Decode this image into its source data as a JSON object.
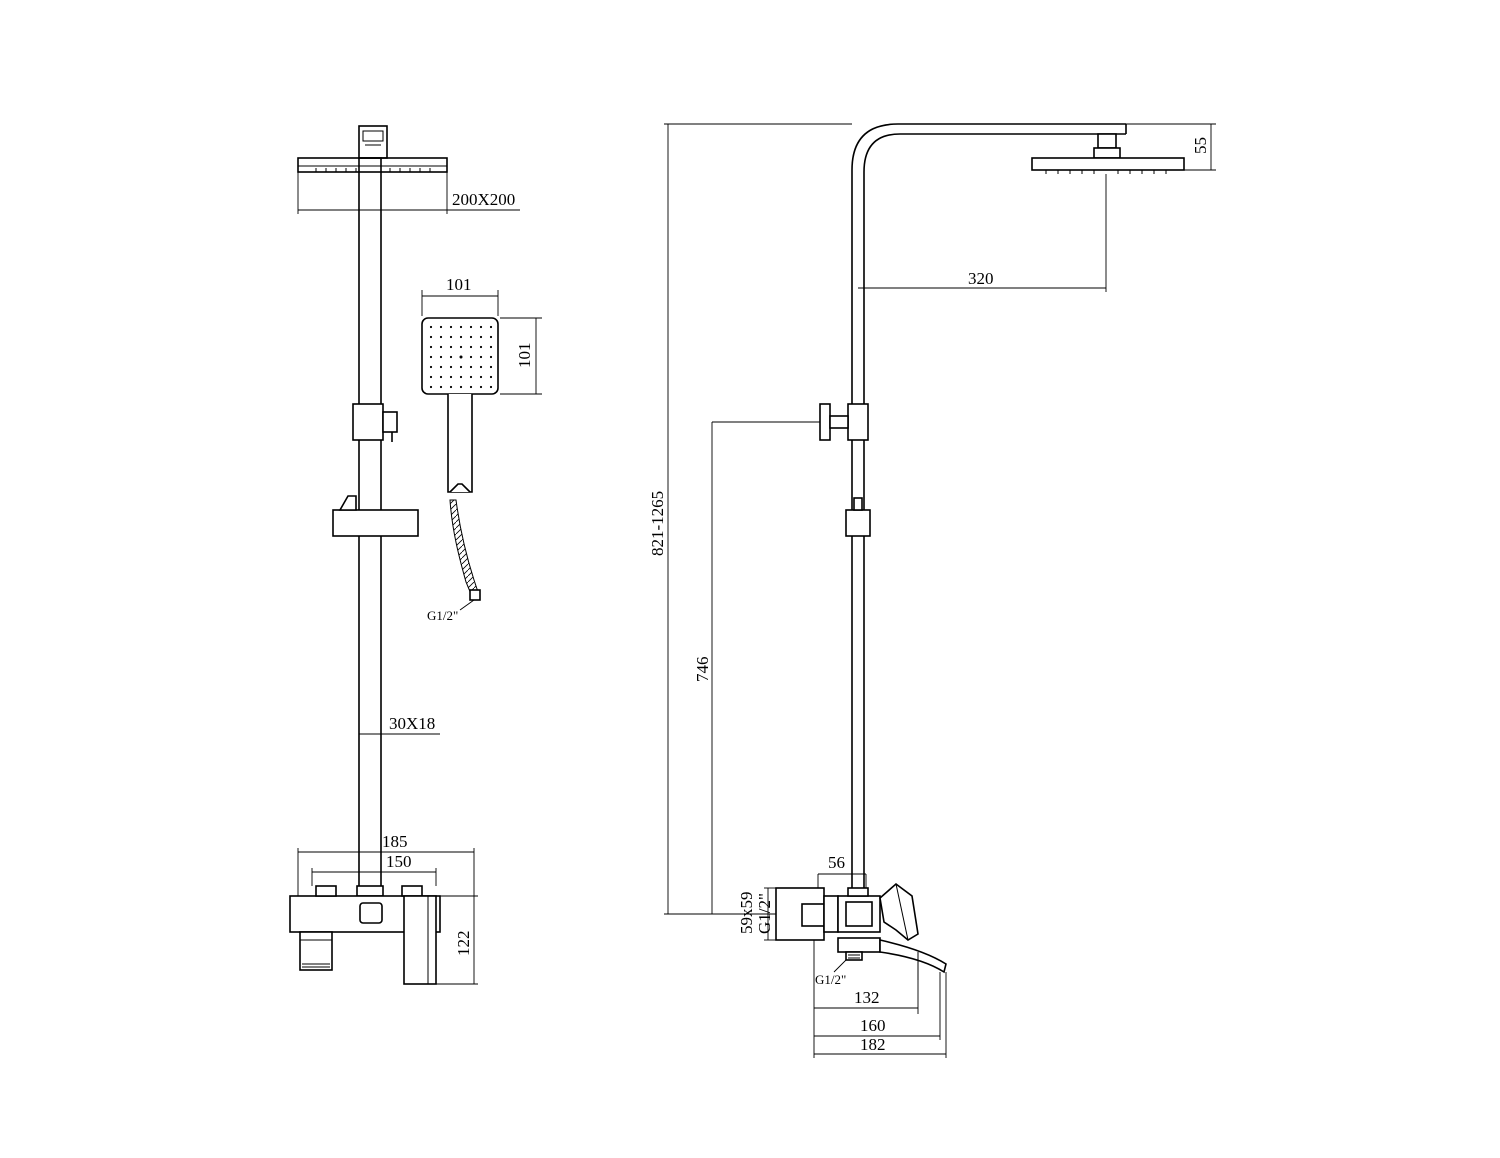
{
  "diagram": {
    "front_view": {
      "head_size": "200X200",
      "hand_width": "101",
      "hand_height": "101",
      "hose_thread": "G1/2\"",
      "rail_section": "30X18",
      "body_outer_width": "185",
      "body_inlet_spacing": "150",
      "body_height": "122"
    },
    "side_view": {
      "head_height": "55",
      "arm_reach": "320",
      "overall_height": "821-1265",
      "holder_height": "746",
      "inlet_size": "59x59",
      "inlet_thread": "G1/2\"",
      "outlet_offset": "56",
      "outlet_thread": "G1/2\"",
      "projection_1": "132",
      "projection_2": "160",
      "projection_3": "182"
    }
  }
}
